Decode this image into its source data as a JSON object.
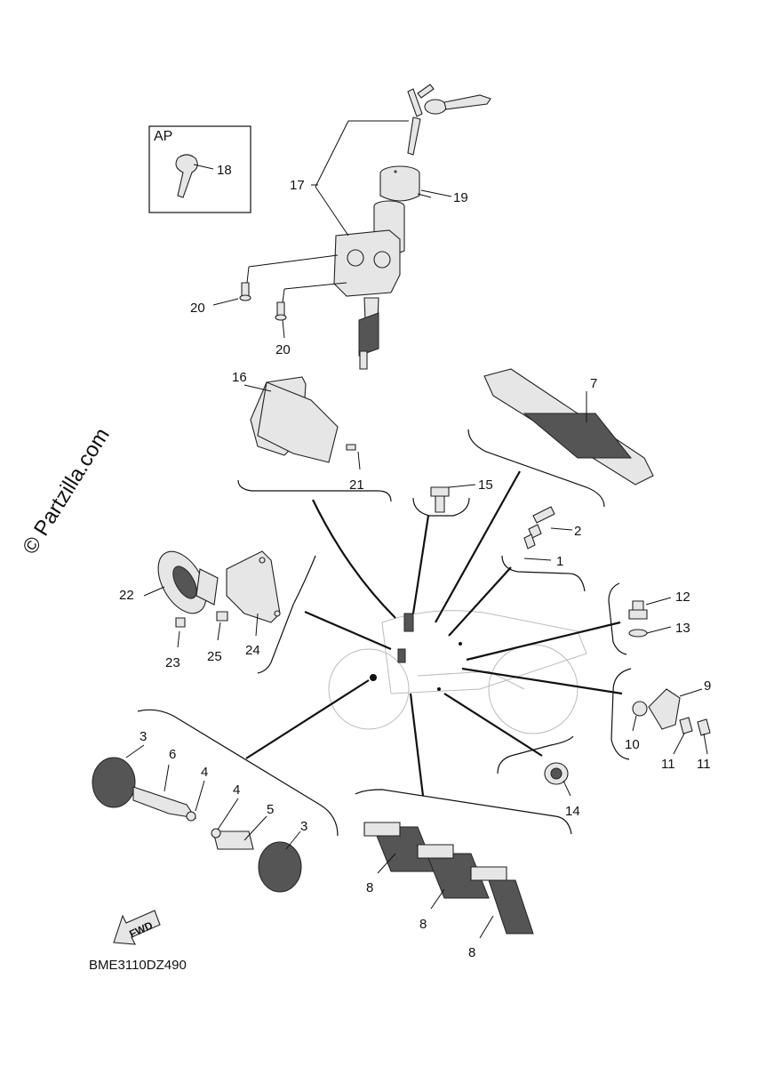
{
  "watermark": "© Partzilla.com",
  "ap_box_label": "AP",
  "diagram_code": "BME3110DZ490",
  "fwd_label": "FWD",
  "callouts": {
    "c1": "1",
    "c2": "2",
    "c3a": "3",
    "c3b": "3",
    "c4a": "4",
    "c4b": "4",
    "c5": "5",
    "c6": "6",
    "c7": "7",
    "c8a": "8",
    "c8b": "8",
    "c8c": "8",
    "c9": "9",
    "c10": "10",
    "c11a": "11",
    "c11b": "11",
    "c12": "12",
    "c13": "13",
    "c14": "14",
    "c15": "15",
    "c16": "16",
    "c17": "17",
    "c18": "18",
    "c19": "19",
    "c20a": "20",
    "c20b": "20",
    "c21": "21",
    "c22": "22",
    "c23": "23",
    "c24": "24",
    "c25": "25"
  },
  "icons": [
    "key-icon",
    "ignition-switch-icon",
    "horn-icon",
    "grommet-icon",
    "relay-icon",
    "sensor-icon",
    "fwd-arrow-icon"
  ]
}
